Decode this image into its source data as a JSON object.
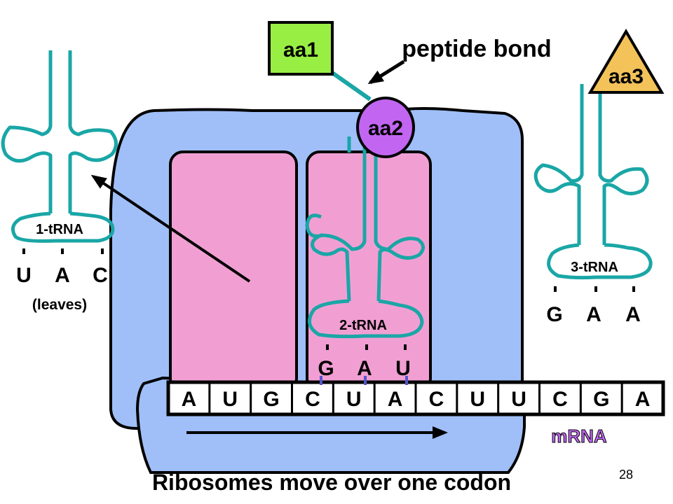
{
  "slide": {
    "title": "Ribosomes move over one codon",
    "page_number": "28"
  },
  "labels": {
    "aa1": "aa1",
    "aa2": "aa2",
    "aa3": "aa3",
    "peptide_bond": "peptide bond",
    "trna1": "1-tRNA",
    "trna2": "2-tRNA",
    "trna3": "3-tRNA",
    "leaves": "(leaves)",
    "mrna": "mRNA"
  },
  "anticodons": {
    "trna1": [
      "U",
      "A",
      "C"
    ],
    "trna2": [
      "G",
      "A",
      "U"
    ],
    "trna3": [
      "G",
      "A",
      "A"
    ]
  },
  "mrna_bases": [
    "A",
    "U",
    "G",
    "C",
    "U",
    "A",
    "C",
    "U",
    "U",
    "C",
    "G",
    "A"
  ],
  "colors": {
    "ribosome": "#a0bff8",
    "site": "#f19fd3",
    "trna": "#1aa6a6",
    "aa1": "#99ee44",
    "aa2": "#c266f2",
    "aa3": "#f3c35a",
    "mrna_label": "#c266f2",
    "pairing_tick": "#5555cc"
  }
}
